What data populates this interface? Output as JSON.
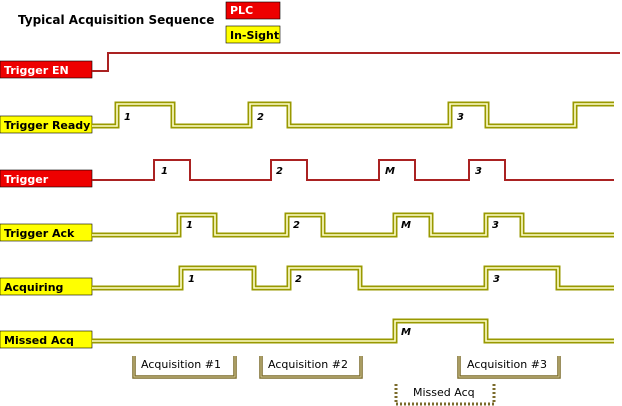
{
  "title": "Typical Acquisition Sequence",
  "legend": {
    "plc": {
      "label": "PLC",
      "color": "#ee0000"
    },
    "insight": {
      "label": "In-Sight",
      "color": "#ffff00"
    }
  },
  "line_colors": {
    "plc": "#aa2222",
    "insight_edge": "#999900",
    "insight_fill": "#ffffcc"
  },
  "signals": [
    {
      "id": "trigger-en",
      "label": "Trigger EN",
      "source": "plc"
    },
    {
      "id": "trigger-ready",
      "label": "Trigger Ready",
      "source": "insight",
      "pulses": [
        "1",
        "2",
        "3"
      ]
    },
    {
      "id": "trigger",
      "label": "Trigger",
      "source": "plc",
      "pulses": [
        "1",
        "2",
        "M",
        "3"
      ]
    },
    {
      "id": "trigger-ack",
      "label": "Trigger Ack",
      "source": "insight",
      "pulses": [
        "1",
        "2",
        "M",
        "3"
      ]
    },
    {
      "id": "acquiring",
      "label": "Acquiring",
      "source": "insight",
      "pulses": [
        "1",
        "2",
        "3"
      ]
    },
    {
      "id": "missed-acq",
      "label": "Missed Acq",
      "source": "insight",
      "pulses": [
        "M"
      ]
    }
  ],
  "brackets": [
    {
      "label": "Acquisition #1"
    },
    {
      "label": "Acquisition #2"
    },
    {
      "label": "Acquisition #3"
    },
    {
      "label": "Missed Acq",
      "style": "dotted"
    }
  ]
}
